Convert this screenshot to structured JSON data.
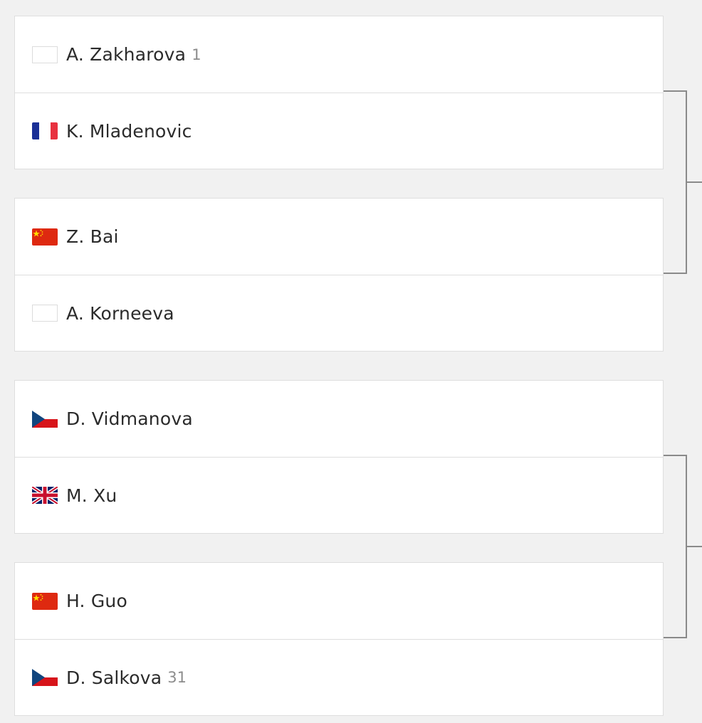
{
  "bracket": {
    "matches": [
      {
        "players": [
          {
            "name": "A. Zakharova",
            "seed": "1",
            "flag": "none"
          },
          {
            "name": "K. Mladenovic",
            "seed": "",
            "flag": "france-flag"
          }
        ]
      },
      {
        "players": [
          {
            "name": "Z. Bai",
            "seed": "",
            "flag": "china-flag"
          },
          {
            "name": "A. Korneeva",
            "seed": "",
            "flag": "none"
          }
        ]
      },
      {
        "players": [
          {
            "name": "D. Vidmanova",
            "seed": "",
            "flag": "czech-flag"
          },
          {
            "name": "M. Xu",
            "seed": "",
            "flag": "uk-flag"
          }
        ]
      },
      {
        "players": [
          {
            "name": "H. Guo",
            "seed": "",
            "flag": "china-flag"
          },
          {
            "name": "D. Salkova",
            "seed": "31",
            "flag": "czech-flag"
          }
        ]
      }
    ]
  },
  "colors": {
    "background": "#f1f1f1",
    "card": "#ffffff",
    "border": "#dedede",
    "connector": "#8a8a8a",
    "text": "#2b2b2b",
    "seed": "#8c8c8c"
  }
}
